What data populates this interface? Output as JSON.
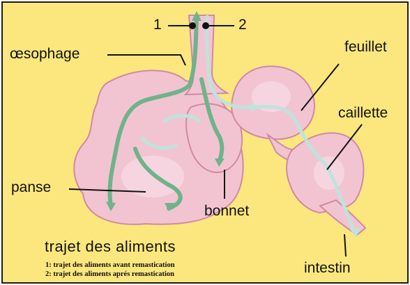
{
  "colors": {
    "background": "#fbe77e",
    "stomach_fill": "#f2c4d2",
    "stomach_outline": "#cf8aa3",
    "path_before": "#6fb38a",
    "path_after": "#bfe3dc"
  },
  "markers": {
    "one": "1",
    "two": "2"
  },
  "labels": {
    "oesophagus": "œsophage",
    "omasum": "feuillet",
    "abomasum": "caillette",
    "rumen": "panse",
    "reticulum": "bonnet",
    "intestine": "intestin"
  },
  "caption": {
    "title": "trajet des aliments",
    "line1": "1: trajet des aliments avant remastication",
    "line2": "2: trajet des aliments aprés remastication"
  }
}
